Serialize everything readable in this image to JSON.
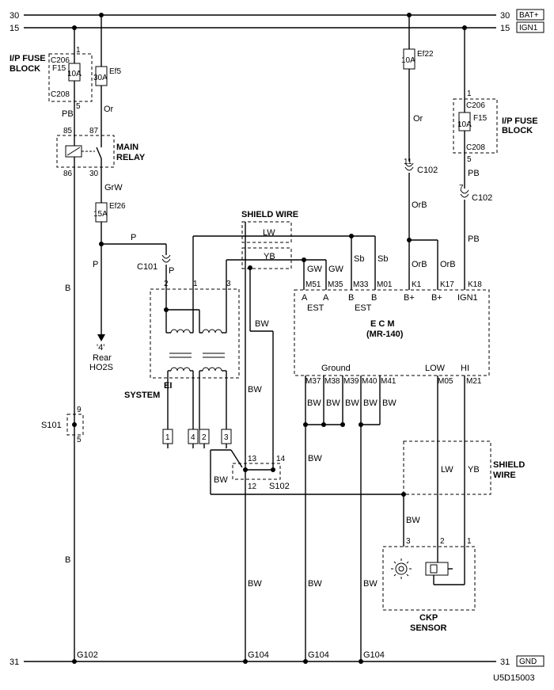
{
  "rails": {
    "r30_left": "30",
    "r30_right": "30",
    "bat": "BAT+",
    "r15_left": "15",
    "r15_right": "15",
    "ign": "IGN1",
    "r31_left": "31",
    "r31_right": "31",
    "gnd": "GND"
  },
  "fuse_block_left": {
    "title1": "I/P FUSE",
    "title2": "BLOCK",
    "c_top": "C206",
    "fuse": "F15",
    "rating": "10A",
    "c_bot": "C208",
    "pin_top": "1",
    "pin_bot": "5"
  },
  "fuse_block_right": {
    "title1": "I/P FUSE",
    "title2": "BLOCK",
    "c_top": "C206",
    "fuse": "F15",
    "rating": "10A",
    "c_bot": "C208",
    "pin_top": "1",
    "pin_bot": "5"
  },
  "fuses": {
    "ef5_rating": "30A",
    "ef5_name": "Ef5",
    "ef22_rating": "10A",
    "ef22_name": "Ef22",
    "ef26_rating": "15A",
    "ef26_name": "Ef26"
  },
  "relay": {
    "title1": "MAIN",
    "title2": "RELAY",
    "p85": "85",
    "p87": "87",
    "p86": "86",
    "p30": "30"
  },
  "wires": {
    "pb_left": "PB",
    "or_left": "Or",
    "grw": "GrW",
    "p1": "P",
    "p2": "P",
    "p3": "P",
    "b1": "B",
    "b2": "B",
    "or_right": "Or",
    "orb1": "OrB",
    "orb2": "OrB",
    "orb3": "OrB",
    "pb_right1": "PB",
    "pb_right2": "PB",
    "lw": "LW",
    "yb": "YB",
    "gw1": "GW",
    "gw2": "GW",
    "sb1": "Sb",
    "sb2": "Sb",
    "bw_shield": "BW",
    "bw_main": "BW",
    "bw_s102": "BW",
    "bw_g1": "BW",
    "bw_g2": "BW",
    "bw_g3": "BW",
    "bw_g4": "BW",
    "bw_ecm_a": "BW",
    "bw_ecm_b": "BW",
    "bw_lower1": "BW",
    "bw_lower2": "BW",
    "bw_lower3": "BW",
    "bw_ckp": "BW",
    "lw_ckp": "LW",
    "yb_ckp": "YB"
  },
  "connectors": {
    "c101": "C101",
    "c102_a": "C102",
    "c102_b": "C102",
    "c102_pin11": "11",
    "c102_pin7": "7"
  },
  "shield_top": {
    "line1": "SHIELD WIRE"
  },
  "shield_right": {
    "line1": "SHIELD",
    "line2": "WIRE"
  },
  "ei": {
    "title1": "EI",
    "title2": "SYSTEM",
    "pin2": "2",
    "pin1": "1",
    "pin3": "3",
    "plug1": "1",
    "plug4": "4",
    "plug2": "2",
    "plug3": "3"
  },
  "rear_ho2s": {
    "num": "'4'",
    "l1": "Rear",
    "l2": "HO2S"
  },
  "ecm": {
    "title": "E C M",
    "model": "(MR-140)",
    "m51": "M51",
    "m35": "M35",
    "m33": "M33",
    "m01": "M01",
    "k1": "K1",
    "k17": "K17",
    "k18": "K18",
    "a1": "A",
    "a2": "A",
    "est1": "EST",
    "b1": "B",
    "b2": "B",
    "est2": "EST",
    "bplus1": "B+",
    "bplus2": "B+",
    "ign1": "IGN1",
    "ground": "Ground",
    "low": "LOW",
    "hi": "HI",
    "m37": "M37",
    "m38": "M38",
    "m39": "M39",
    "m40": "M40",
    "m41": "M41",
    "m05": "M05",
    "m21": "M21"
  },
  "splices": {
    "s101": "S101",
    "s101_9": "9",
    "s101_5": "5",
    "s102": "S102",
    "s102_13": "13",
    "s102_14": "14",
    "s102_12": "12"
  },
  "ckp": {
    "title1": "CKP",
    "title2": "SENSOR",
    "pin3": "3",
    "pin2": "2",
    "pin1": "1"
  },
  "grounds": {
    "g102": "G102",
    "g104a": "G104",
    "g104b": "G104",
    "g104c": "G104"
  },
  "doc_id": "U5D15003"
}
